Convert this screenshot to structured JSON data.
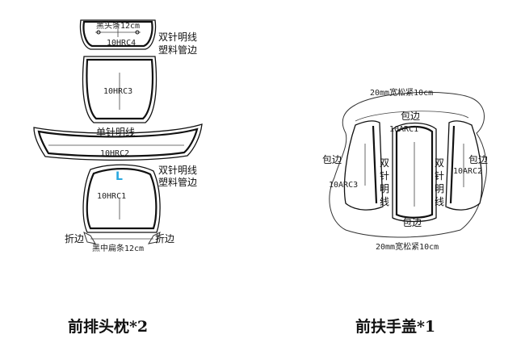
{
  "headrest": {
    "labels": {
      "top_strip": "黑头条12cm",
      "piece4_code": "10HRC4",
      "double_stitch_1": "双针明线",
      "plastic_piping_1": "塑料管边",
      "piece3_code": "10HRC3",
      "single_stitch": "单针明线",
      "piece2_code": "10HRC2",
      "double_stitch_2": "双针明线",
      "plastic_piping_2": "塑料管边",
      "side_mark": "L",
      "piece1_code": "10HRC1",
      "fold_left": "折边",
      "fold_right": "折边",
      "bottom_strip": "黑中扁条12cm"
    },
    "caption": "前排头枕*2"
  },
  "armrest": {
    "labels": {
      "elastic_top": "20mm宽松紧10cm",
      "wrap_top": "包边",
      "piece1_code": "10ARC1",
      "wrap_left": "包边",
      "piece3_code": "10ARC3",
      "double_stitch_left": [
        "双",
        "针",
        "明",
        "线"
      ],
      "double_stitch_right": [
        "双",
        "针",
        "明",
        "线"
      ],
      "wrap_right": "包边",
      "piece2_code": "10ARC2",
      "wrap_bottom": "包边",
      "elastic_bottom": "20mm宽松紧10cm"
    },
    "caption": "前扶手盖*1"
  },
  "colors": {
    "line": "#111111",
    "accent_mark": "#29a8e0",
    "background": "#ffffff"
  }
}
